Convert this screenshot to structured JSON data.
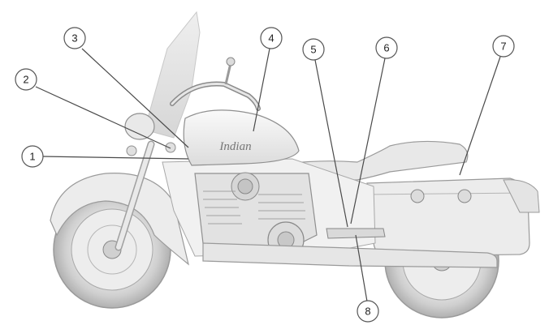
{
  "diagram": {
    "callouts": [
      {
        "number": "1"
      },
      {
        "number": "2"
      },
      {
        "number": "3"
      },
      {
        "number": "4"
      },
      {
        "number": "5"
      },
      {
        "number": "6"
      },
      {
        "number": "7"
      },
      {
        "number": "8"
      }
    ],
    "tank_logo_text": "Indian"
  }
}
